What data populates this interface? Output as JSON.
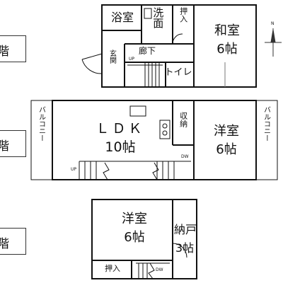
{
  "floors": {
    "upper": "階",
    "middle": "階",
    "lower": "階"
  },
  "rooms": {
    "bath": "浴室",
    "washroom": "洗面",
    "closet_top": "押入",
    "japanese_room_name": "和室",
    "japanese_room_size": "6帖",
    "entrance": "玄関",
    "hallway": "廊下",
    "toilet": "トイレ",
    "ldk_name": "ＬＤＫ",
    "ldk_size": "10帖",
    "storage": "収納",
    "western_room_mid_name": "洋室",
    "western_room_mid_size": "6帖",
    "balcony_left": "バルコニー",
    "balcony_right": "バルコニー",
    "western_room_low_name": "洋室",
    "western_room_low_size": "6帖",
    "storeroom_name": "納戸",
    "storeroom_size": "3帖",
    "closet_bottom": "押入"
  },
  "marks": {
    "up_top": "UP",
    "up_mid": "UP",
    "dw_mid": "DW",
    "dw_low": "DW",
    "north": "N"
  }
}
